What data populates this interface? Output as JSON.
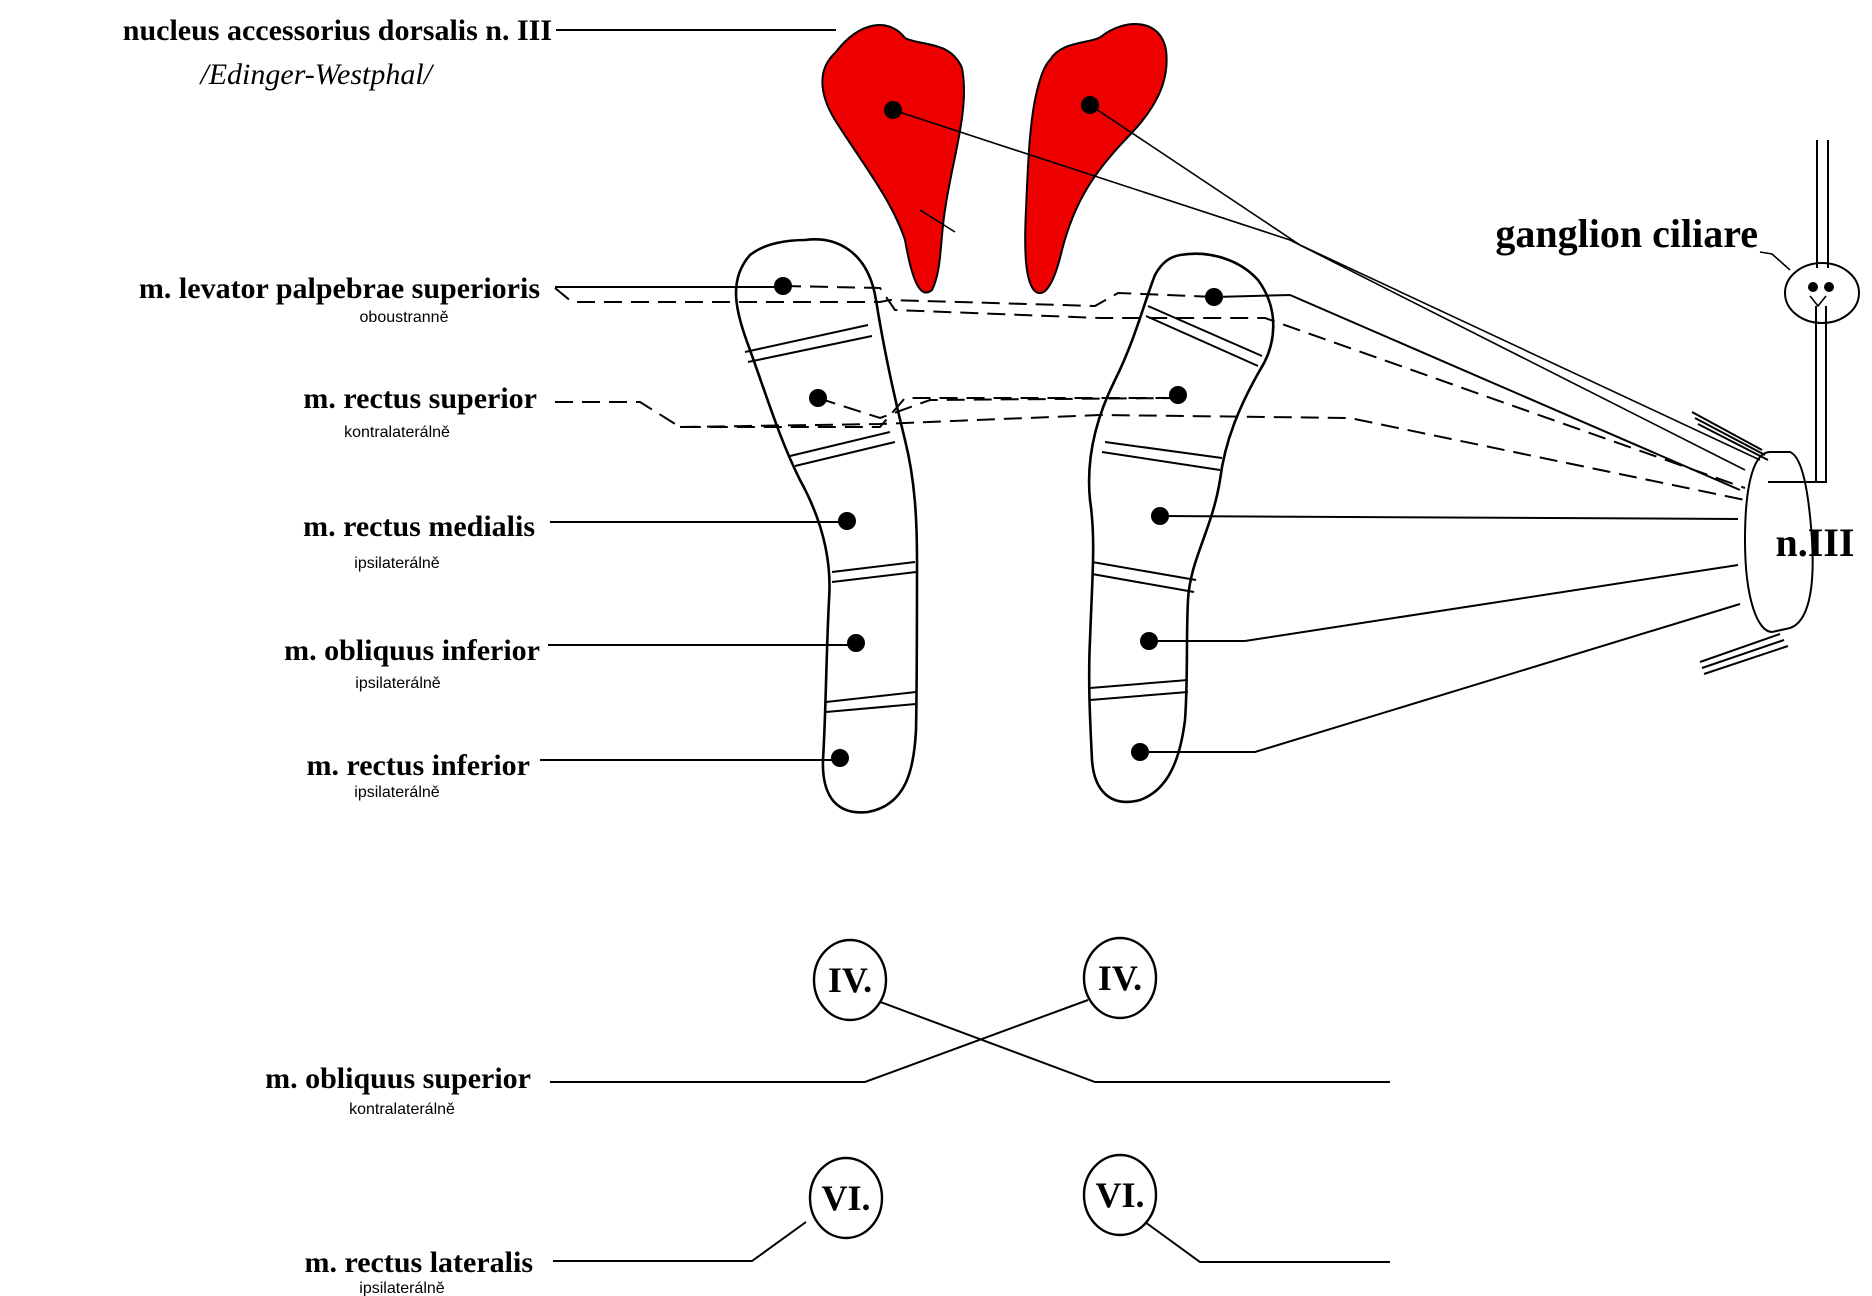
{
  "labels": {
    "edinger_title": "nucleus accessorius dorsalis n. III",
    "edinger_subtitle": "/Edinger-Westphal/",
    "ganglion": "ganglion ciliare",
    "nerve3": "n.III",
    "levator": "m. levator palpebrae superioris",
    "levator_note": "oboustranně",
    "rectus_superior": "m. rectus superior",
    "rectus_superior_note": "kontralaterálně",
    "rectus_medialis": "m. rectus medialis",
    "rectus_medialis_note": "ipsilaterálně",
    "obliquus_inferior": "m. obliquus inferior",
    "obliquus_inferior_note": "ipsilaterálně",
    "rectus_inferior": "m. rectus inferior",
    "rectus_inferior_note": "ipsilaterálně",
    "obliquus_superior": "m. obliquus superior",
    "obliquus_superior_note": "kontralaterálně",
    "rectus_lateralis": "m. rectus lateralis",
    "rectus_lateralis_note": "ipsilaterálně"
  },
  "nuclei": {
    "iv_left": "IV.",
    "iv_right": "IV.",
    "vi_left": "VI.",
    "vi_right": "VI."
  },
  "colors": {
    "edinger_nucleus": "#ee0000",
    "line": "#000000",
    "background": "#ffffff"
  }
}
